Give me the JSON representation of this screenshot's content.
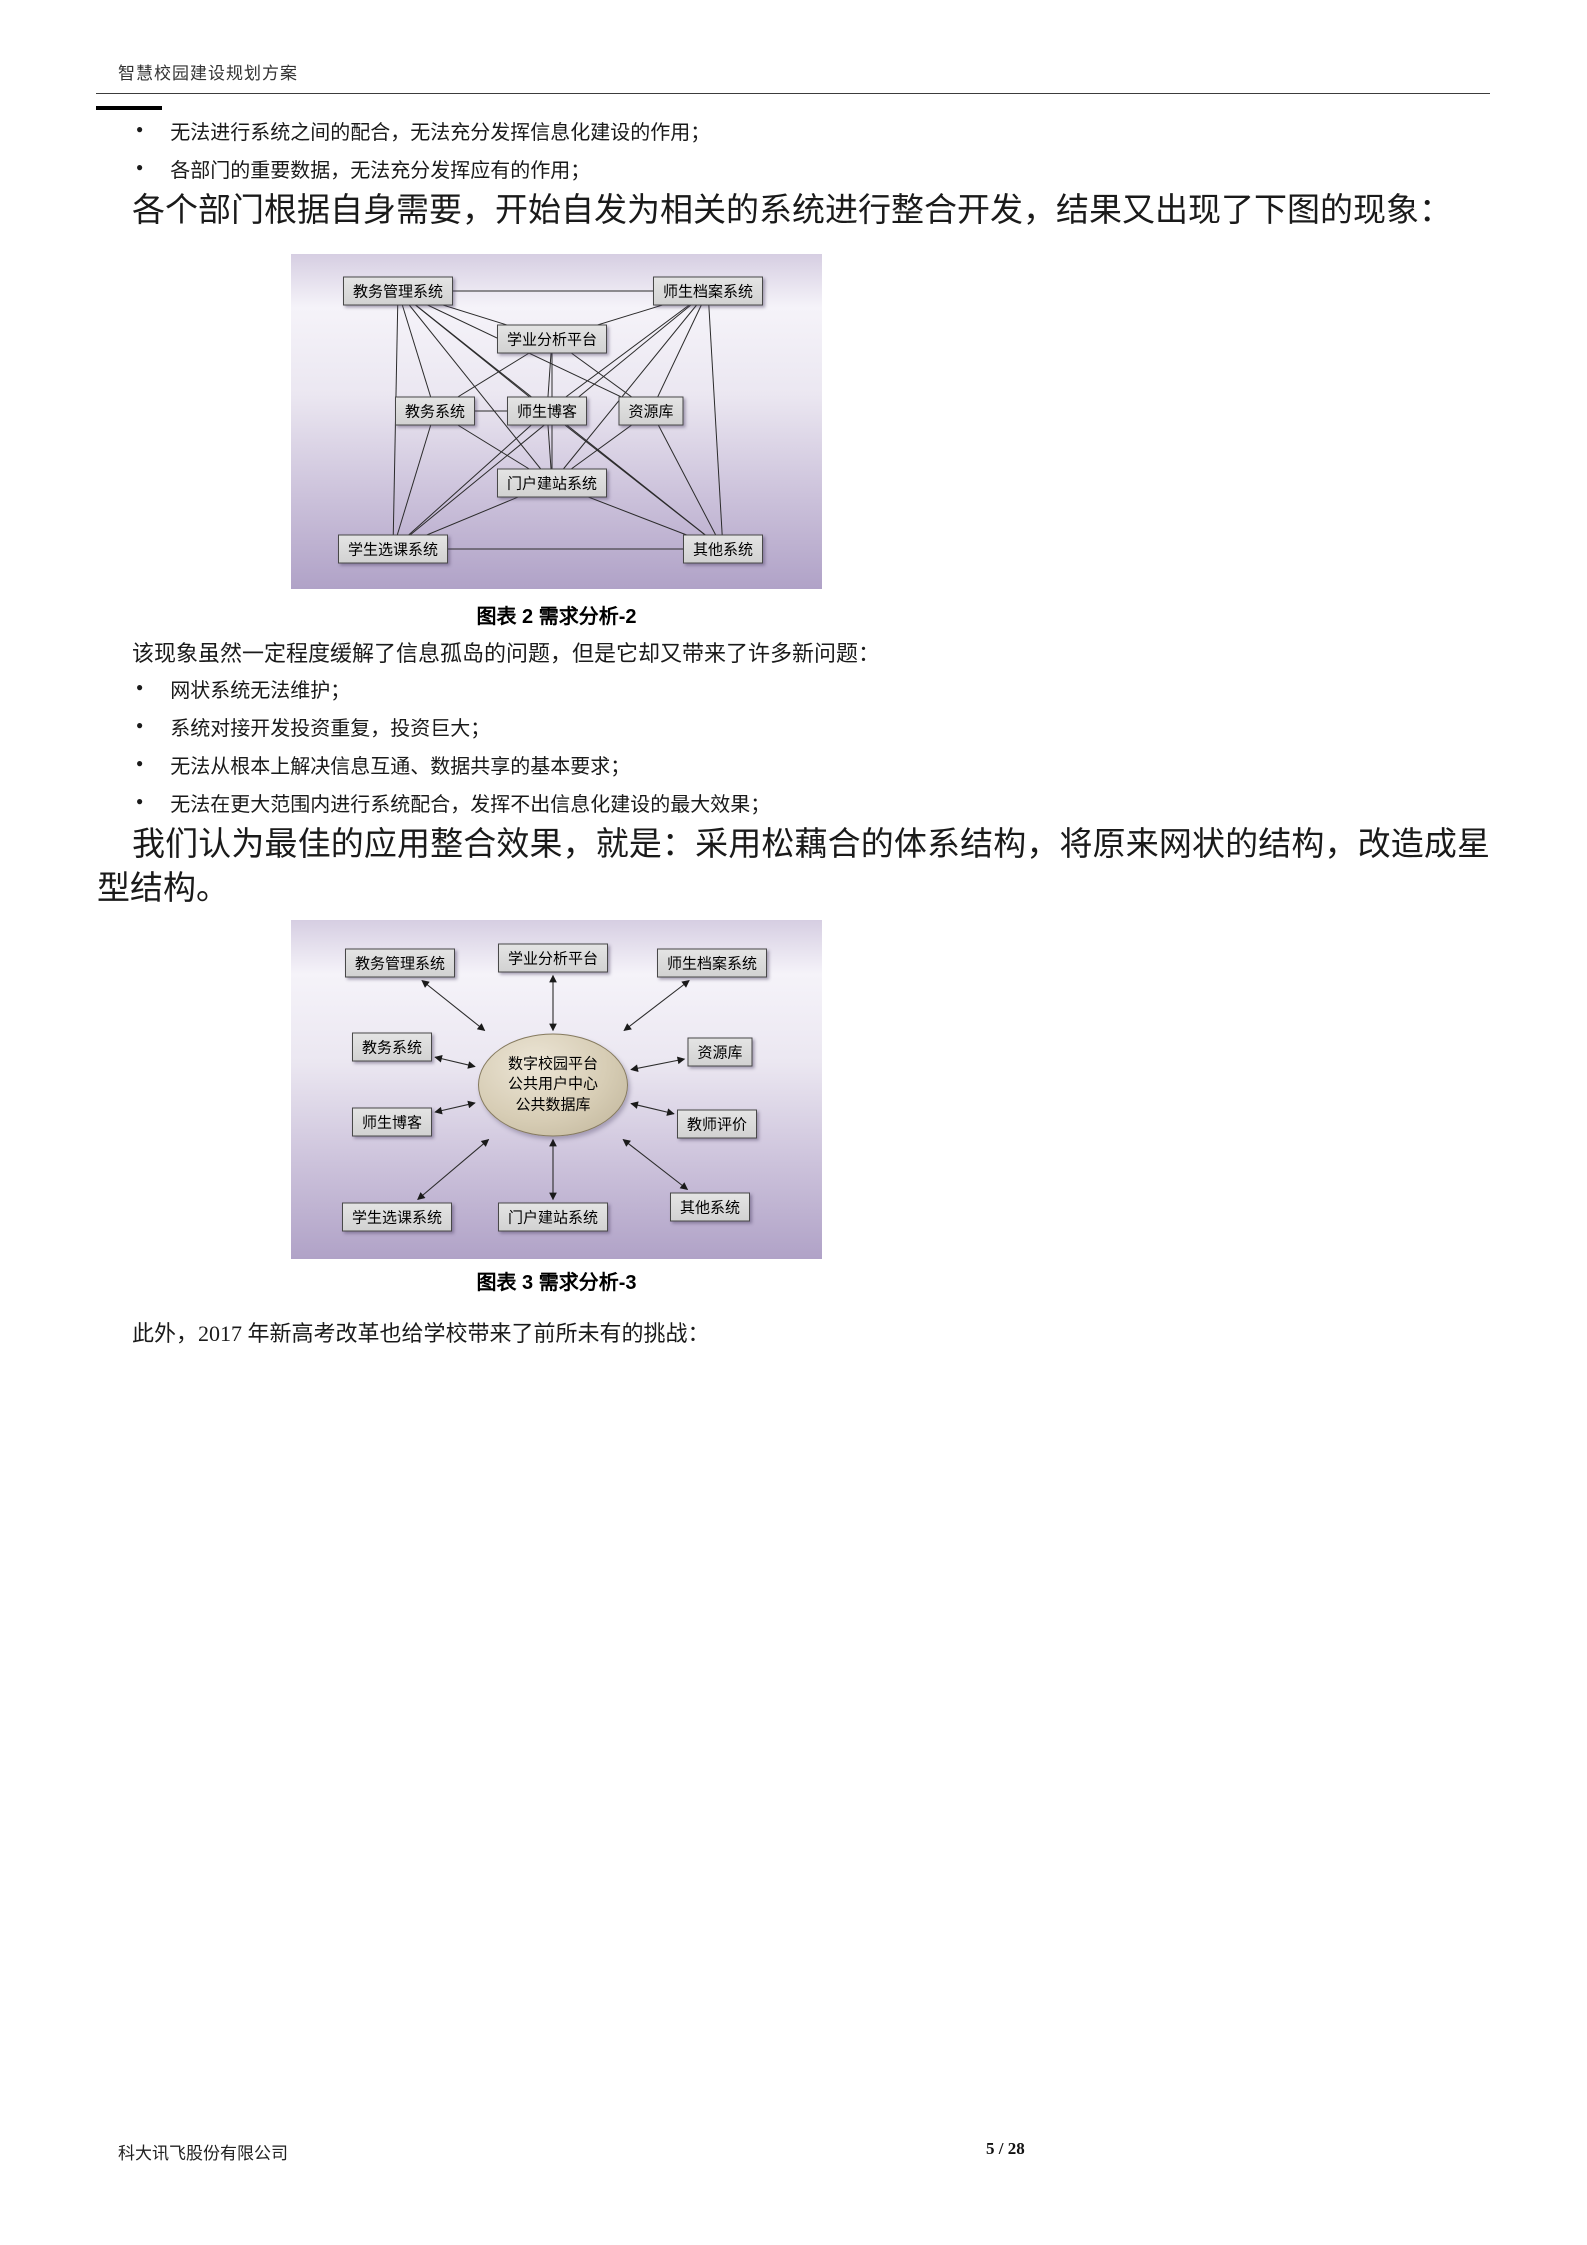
{
  "header": {
    "title": "智慧校园建设规划方案"
  },
  "footer": {
    "company": "科大讯飞股份有限公司",
    "page_number": "5 / 28"
  },
  "content": {
    "bullets_top": [
      "无法进行系统之间的配合，无法充分发挥信息化建设的作用；",
      "各部门的重要数据，无法充分发挥应有的作用；"
    ],
    "para_department_integration": "各个部门根据自身需要，开始自发为相关的系统进行整合开发，结果又出现了下图的现象：",
    "fig2_caption": "图表 2 需求分析-2",
    "para_new_problems_intro": "该现象虽然一定程度缓解了信息孤岛的问题，但是它却又带来了许多新问题：",
    "bullets_problems": [
      "网状系统无法维护；",
      "系统对接开发投资重复，投资巨大；",
      "无法从根本上解决信息互通、数据共享的基本要求；",
      "无法在更大范围内进行系统配合，发挥不出信息化建设的最大效果；"
    ],
    "para_star_structure": "我们认为最佳的应用整合效果，就是：采用松藕合的体系结构，将原来网状的结构，改造成星型结构。",
    "fig3_caption": "图表 3 需求分析-3",
    "para_gaokao_challenge": "此外，2017 年新高考改革也给学校带来了前所未有的挑战："
  },
  "diagram_mesh": {
    "nodes": [
      {
        "id": "jwgl",
        "label": "教务管理系统"
      },
      {
        "id": "ssda",
        "label": "师生档案系统"
      },
      {
        "id": "xyfx",
        "label": "学业分析平台"
      },
      {
        "id": "jwxt",
        "label": "教务系统"
      },
      {
        "id": "ssbk",
        "label": "师生博客"
      },
      {
        "id": "zyk",
        "label": "资源库"
      },
      {
        "id": "mhjz",
        "label": "门户建站系统"
      },
      {
        "id": "xsxk",
        "label": "学生选课系统"
      },
      {
        "id": "qtxt",
        "label": "其他系统"
      }
    ],
    "edges": [
      [
        "jwgl",
        "ssda"
      ],
      [
        "jwgl",
        "xyfx"
      ],
      [
        "jwgl",
        "jwxt"
      ],
      [
        "jwgl",
        "ssbk"
      ],
      [
        "jwgl",
        "zyk"
      ],
      [
        "jwgl",
        "mhjz"
      ],
      [
        "jwgl",
        "xsxk"
      ],
      [
        "jwgl",
        "qtxt"
      ],
      [
        "ssda",
        "xyfx"
      ],
      [
        "ssda",
        "ssbk"
      ],
      [
        "ssda",
        "zyk"
      ],
      [
        "ssda",
        "mhjz"
      ],
      [
        "ssda",
        "xsxk"
      ],
      [
        "ssda",
        "qtxt"
      ],
      [
        "xyfx",
        "jwxt"
      ],
      [
        "xyfx",
        "ssbk"
      ],
      [
        "xyfx",
        "zyk"
      ],
      [
        "xyfx",
        "mhjz"
      ],
      [
        "jwxt",
        "ssbk"
      ],
      [
        "jwxt",
        "mhjz"
      ],
      [
        "jwxt",
        "xsxk"
      ],
      [
        "ssbk",
        "mhjz"
      ],
      [
        "ssbk",
        "xsxk"
      ],
      [
        "ssbk",
        "qtxt"
      ],
      [
        "zyk",
        "mhjz"
      ],
      [
        "zyk",
        "qtxt"
      ],
      [
        "mhjz",
        "xsxk"
      ],
      [
        "mhjz",
        "qtxt"
      ],
      [
        "xsxk",
        "qtxt"
      ]
    ]
  },
  "diagram_star": {
    "hub_lines": [
      "数字校园平台",
      "公共用户中心",
      "公共数据库"
    ],
    "nodes": [
      {
        "id": "jwgl",
        "label": "教务管理系统"
      },
      {
        "id": "xyfx",
        "label": "学业分析平台"
      },
      {
        "id": "ssda",
        "label": "师生档案系统"
      },
      {
        "id": "jwxt",
        "label": "教务系统"
      },
      {
        "id": "zyk",
        "label": "资源库"
      },
      {
        "id": "ssbk",
        "label": "师生博客"
      },
      {
        "id": "jspj",
        "label": "教师评价"
      },
      {
        "id": "xsxk",
        "label": "学生选课系统"
      },
      {
        "id": "mhjz",
        "label": "门户建站系统"
      },
      {
        "id": "qtxt",
        "label": "其他系统"
      }
    ],
    "edges": [
      [
        "hub",
        "jwgl"
      ],
      [
        "hub",
        "xyfx"
      ],
      [
        "hub",
        "ssda"
      ],
      [
        "hub",
        "jwxt"
      ],
      [
        "hub",
        "zyk"
      ],
      [
        "hub",
        "ssbk"
      ],
      [
        "hub",
        "jspj"
      ],
      [
        "hub",
        "xsxk"
      ],
      [
        "hub",
        "mhjz"
      ],
      [
        "hub",
        "qtxt"
      ]
    ]
  }
}
